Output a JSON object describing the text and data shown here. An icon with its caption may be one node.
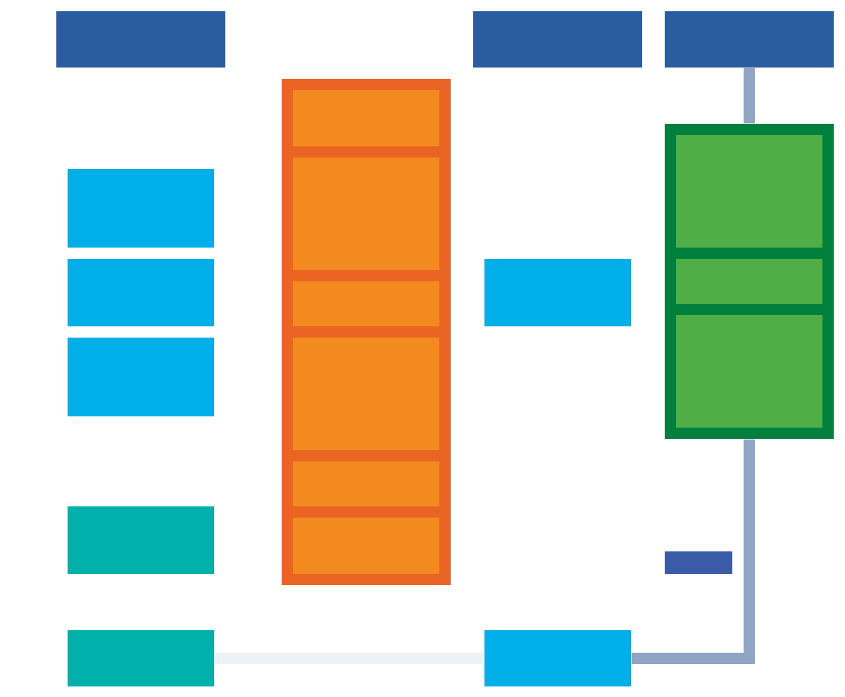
{
  "diagram": {
    "nodes": [
      {
        "text": [],
        "shape": "box"
      },
      {
        "text": [],
        "shape": "box"
      },
      {
        "text": [],
        "shape": "box",
        "in": 1
      },
      {
        "text": [],
        "shape": "box",
        "in": 1
      },
      {
        "text": [],
        "shape": "box",
        "in": 1
      },
      {
        "text": [],
        "shape": "box",
        "in": 1
      },
      {
        "text": [],
        "shape": "box",
        "in": 1
      },
      {
        "text": [],
        "shape": "box",
        "in": 1
      },
      {
        "text": [],
        "shape": "box"
      },
      {
        "text": [],
        "shape": "box"
      },
      {
        "text": [],
        "shape": "box"
      },
      {
        "text": [],
        "shape": "box",
        "in": 10
      },
      {
        "text": [],
        "shape": "box",
        "in": 10
      },
      {
        "text": [],
        "shape": "box",
        "in": 10
      },
      {
        "text": [],
        "shape": "box"
      },
      {
        "text": [],
        "shape": "box"
      },
      {
        "text": [],
        "shape": "box"
      },
      {
        "text": [],
        "shape": "box"
      },
      {
        "text": [],
        "shape": "box"
      },
      {
        "text": [],
        "shape": "box"
      },
      {
        "text": [],
        "shape": "box"
      },
      {
        "text": [],
        "shape": "box"
      }
    ],
    "edges": [
      {
        "from": 9,
        "to": 10,
        "arrow": "none"
      },
      {
        "from": 10,
        "to": 21,
        "arrow": "none"
      },
      {
        "from": 21,
        "to": 19,
        "arrow": "none",
        "color": "#eef1f5"
      }
    ]
  }
}
